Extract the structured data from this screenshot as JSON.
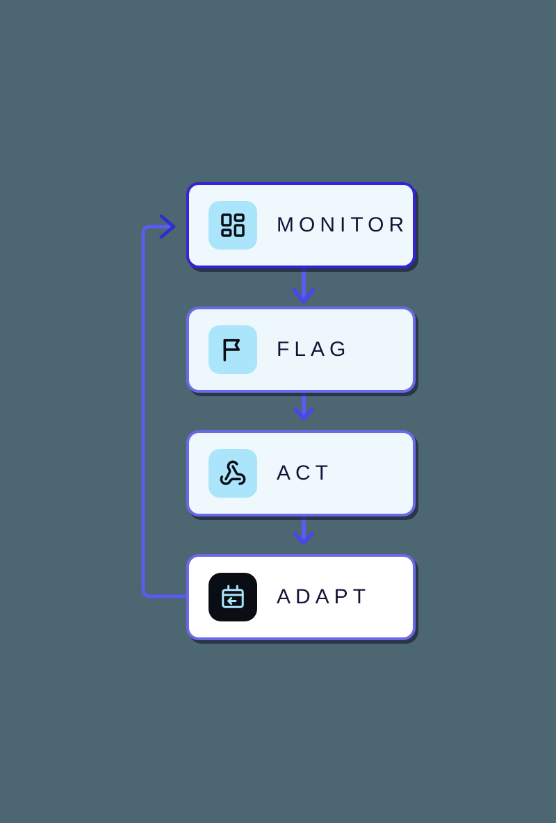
{
  "diagram": {
    "title": "Monitor Flag Act Adapt feedback loop",
    "background_color": "#4c6672",
    "accent_color": "#5b5bf0",
    "label_color": "#141436",
    "icon_tile_color": "#aae5fb",
    "icon_tile_dark_color": "#0b0d15"
  },
  "steps": [
    {
      "id": "monitor",
      "label": "MONITOR",
      "icon": "layout-dashboard-icon",
      "border_color": "#3524d6",
      "fill_color": "#eff8fd",
      "tile_color": "#aae5fb",
      "tile_style": "light"
    },
    {
      "id": "flag",
      "label": "FLAG",
      "icon": "flag-icon",
      "border_color": "#6a6ae6",
      "fill_color": "#eef7fc",
      "tile_color": "#aae5fb",
      "tile_style": "light"
    },
    {
      "id": "act",
      "label": "ACT",
      "icon": "webhook-icon",
      "border_color": "#6a6ae6",
      "fill_color": "#eff8fd",
      "tile_color": "#aae5fb",
      "tile_style": "light"
    },
    {
      "id": "adapt",
      "label": "ADAPT",
      "icon": "calendar-arrow-left-icon",
      "border_color": "#6a6ae6",
      "fill_color": "#ffffff",
      "tile_color": "#0b0d15",
      "tile_style": "dark"
    }
  ],
  "connectors": [
    {
      "id": "monitor-to-flag",
      "from": "monitor",
      "to": "flag",
      "direction": "down"
    },
    {
      "id": "flag-to-act",
      "from": "flag",
      "to": "act",
      "direction": "down"
    },
    {
      "id": "act-to-adapt",
      "from": "act",
      "to": "adapt",
      "direction": "down"
    },
    {
      "id": "adapt-to-monitor",
      "from": "adapt",
      "to": "monitor",
      "direction": "feedback-loop"
    }
  ]
}
